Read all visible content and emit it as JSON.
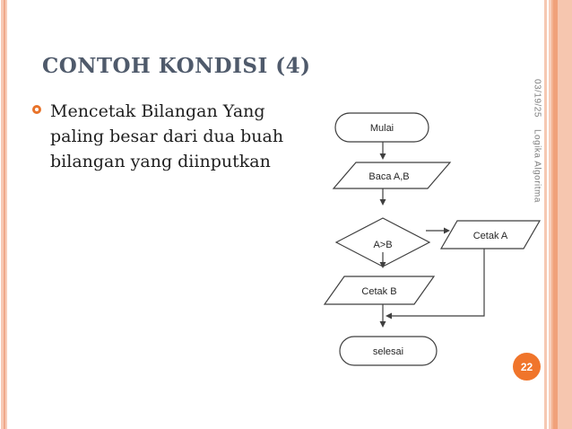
{
  "slide": {
    "title": "CONTOH KONDISI (4)",
    "bullet_text": "Mencetak Bilangan Yang paling besar dari dua buah bilangan yang diinputkan",
    "page_number": "22",
    "side_meta": {
      "date": "03/19/25",
      "course": "Logika Algoritma"
    },
    "colors": {
      "accent": "#F0752B",
      "title": "#4F5A6B",
      "body_text": "#1F1F1F",
      "flowchart_line": "#3F3F3F",
      "side_text": "#7F7F7F",
      "stripe_light": "#F7C9B4",
      "stripe_dark": "#F0A17A"
    }
  },
  "flowchart": {
    "nodes": [
      {
        "id": "start",
        "type": "terminator",
        "label": "Mulai"
      },
      {
        "id": "input",
        "type": "io",
        "label": "Baca A,B"
      },
      {
        "id": "decision",
        "type": "decision",
        "label": "A>B"
      },
      {
        "id": "print_a",
        "type": "io",
        "label": "Cetak A"
      },
      {
        "id": "print_b",
        "type": "io",
        "label": "Cetak B"
      },
      {
        "id": "end",
        "type": "terminator",
        "label": "selesai"
      }
    ]
  }
}
